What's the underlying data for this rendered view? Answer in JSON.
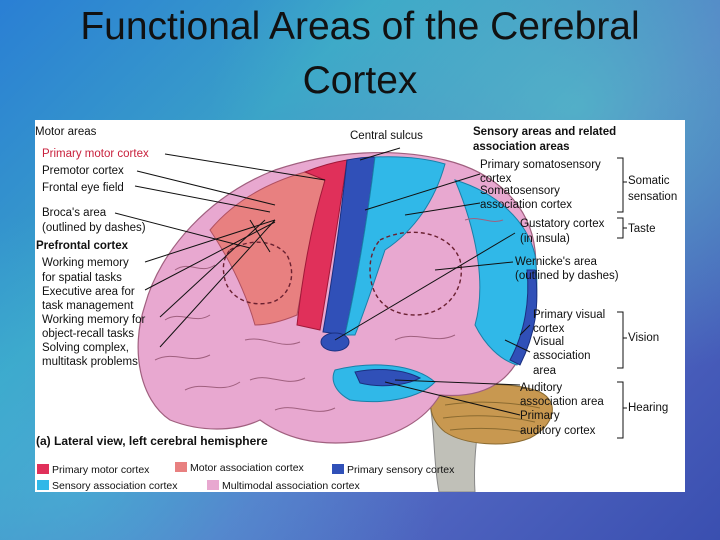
{
  "title": "Functional Areas of the Cerebral Cortex",
  "colors": {
    "primary_motor": "#e0305a",
    "motor_association": "#e88080",
    "primary_sensory": "#3050b8",
    "sensory_association": "#30b8e8",
    "multimodal_association": "#e8a8d0",
    "cerebellum": "#c89850",
    "brainstem": "#c0c0b8"
  },
  "labels": {
    "motor_areas": "Motor areas",
    "central_sulcus": "Central sulcus",
    "primary_motor_cortex": "Primary motor cortex",
    "premotor_cortex": "Premotor cortex",
    "frontal_eye_field": "Frontal eye field",
    "brocas_area": "Broca's area",
    "brocas_note": "(outlined by dashes)",
    "prefrontal_cortex": "Prefrontal cortex",
    "working_memory_spatial_1": "Working memory",
    "working_memory_spatial_2": "for spatial tasks",
    "executive_area_1": "Executive area for",
    "executive_area_2": "task management",
    "working_memory_object_1": "Working memory for",
    "working_memory_object_2": "object-recall tasks",
    "solving_complex_1": "Solving complex,",
    "solving_complex_2": "multitask problems",
    "sensory_areas_1": "Sensory areas and related",
    "sensory_areas_2": "association areas",
    "primary_somatosensory_1": "Primary somatosensory",
    "primary_somatosensory_2": "cortex",
    "somatosensory_association_1": "Somatosensory",
    "somatosensory_association_2": "association cortex",
    "somatic_sensation_1": "Somatic",
    "somatic_sensation_2": "sensation",
    "gustatory_1": "Gustatory cortex",
    "gustatory_2": "(in insula)",
    "taste": "Taste",
    "wernickes_1": "Wernicke's area",
    "wernickes_2": "(outlined by dashes)",
    "primary_visual_1": "Primary visual",
    "primary_visual_2": "cortex",
    "visual_association_1": "Visual",
    "visual_association_2": "association",
    "visual_association_3": "area",
    "vision": "Vision",
    "auditory_association_1": "Auditory",
    "auditory_association_2": "association area",
    "primary_auditory_1": "Primary",
    "primary_auditory_2": "auditory cortex",
    "hearing": "Hearing",
    "caption": "(a) Lateral view, left cerebral hemisphere"
  },
  "legend": [
    {
      "label": "Primary motor cortex",
      "color": "#e0305a"
    },
    {
      "label": "Motor association cortex",
      "color": "#e88080"
    },
    {
      "label": "Primary sensory cortex",
      "color": "#3050b8"
    },
    {
      "label": "Sensory association cortex",
      "color": "#30b8e8"
    },
    {
      "label": "Multimodal association cortex",
      "color": "#e8a8d0"
    }
  ]
}
